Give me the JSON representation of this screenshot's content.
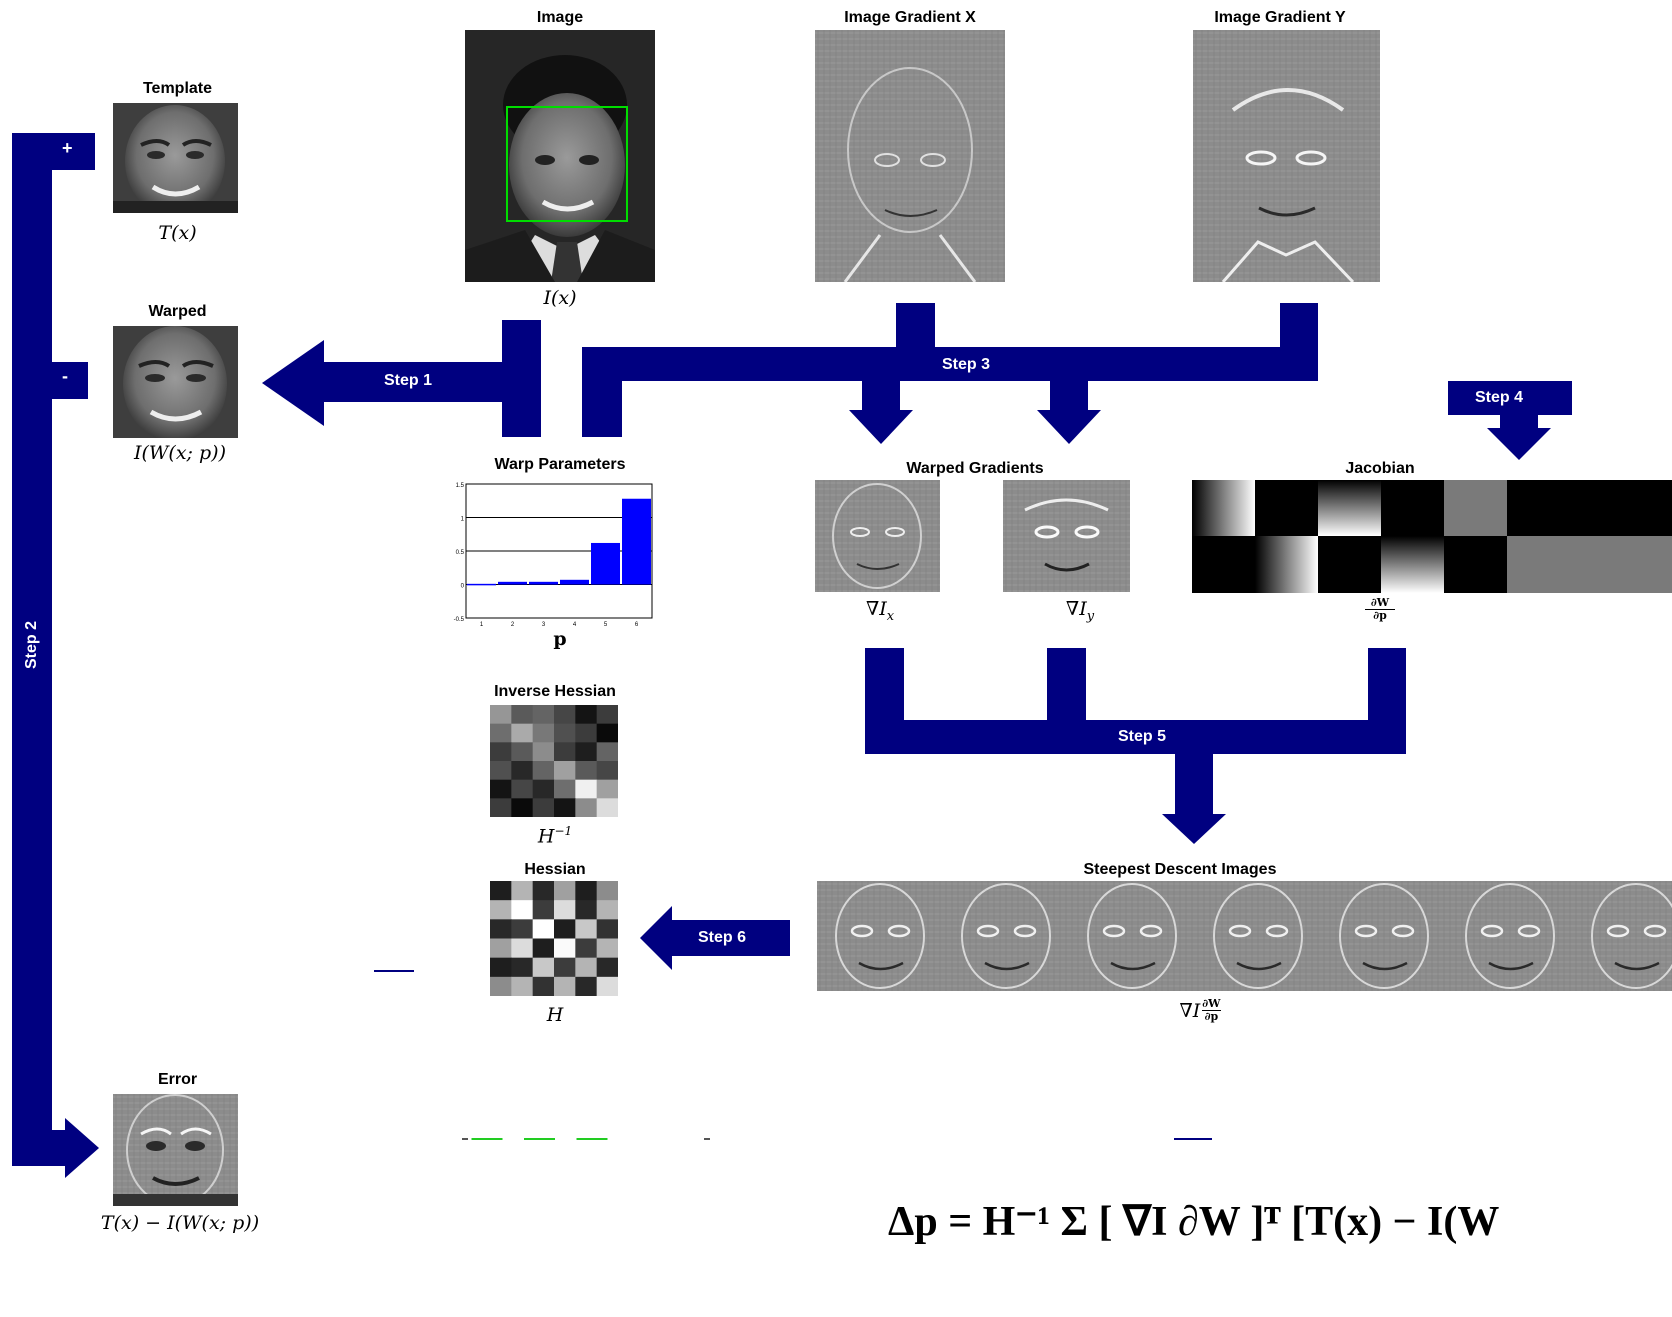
{
  "labels": {
    "template": "Template",
    "warped": "Warped",
    "error": "Error",
    "image": "Image",
    "gradient_x": "Image Gradient X",
    "gradient_y": "Image Gradient Y",
    "warp_parameters": "Warp Parameters",
    "warped_gradients": "Warped Gradients",
    "jacobian": "Jacobian",
    "inverse_hessian": "Inverse Hessian",
    "hessian": "Hessian",
    "steepest_descent": "Steepest Descent Images"
  },
  "steps": {
    "step1": "Step 1",
    "step2": "Step 2",
    "step3": "Step 3",
    "step4": "Step 4",
    "step5": "Step 5",
    "step6": "Step 6"
  },
  "signs": {
    "plus": "+",
    "minus": "-"
  },
  "math": {
    "template": "T(x)",
    "warped": "I(W(x; p))",
    "image": "I(x)",
    "p": "p",
    "grad_x": "∇I",
    "grad_x_sub": "x",
    "grad_y": "∇I",
    "grad_y_sub": "y",
    "jac_num": "∂W",
    "jac_den": "∂p",
    "inv_hessian": "H",
    "inv_hessian_sup": "−1",
    "hessian": "H",
    "sd": "∇I",
    "sd_num": "∂W",
    "sd_den": "∂p",
    "error": "T(x) − I(W(x; p))",
    "big_formula": "Δp = H⁻¹ Σ [ ∇I ∂W ]ᵀ [T(x) − I(W"
  },
  "chart_data": {
    "type": "bar",
    "title": "Warp Parameters",
    "xlabel": "p",
    "categories": [
      "1",
      "2",
      "3",
      "4",
      "5",
      "6"
    ],
    "values": [
      0.01,
      0.04,
      0.04,
      0.07,
      0.62,
      1.28
    ],
    "yticks": [
      "-0.5",
      "0",
      "0.5",
      "1",
      "1.5"
    ],
    "ylim": [
      -0.5,
      1.5
    ],
    "grid": true,
    "bar_color": "#0000ff"
  },
  "colors": {
    "arrow": "#000080",
    "face_box": "#00dd00",
    "bars": "#0000ff"
  }
}
